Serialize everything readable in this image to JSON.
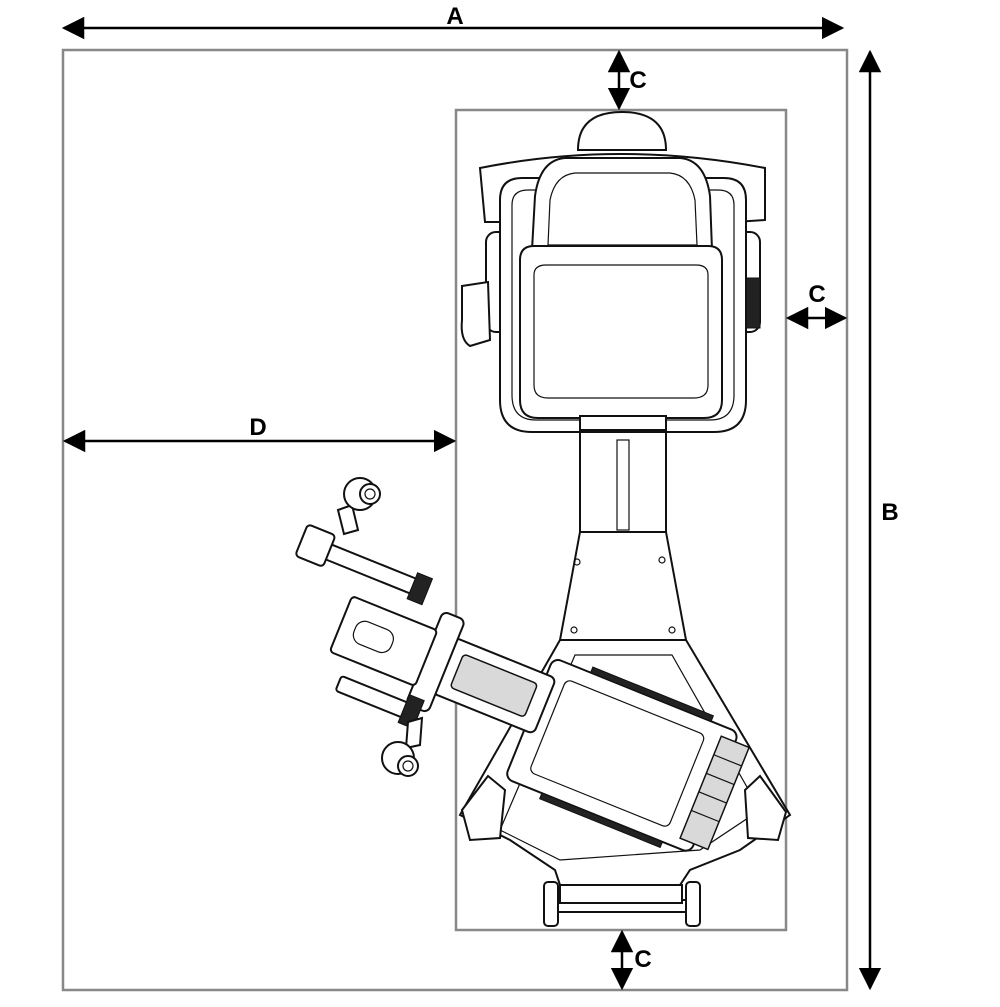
{
  "dimensions": {
    "a": "A",
    "b": "B",
    "c_top": "C",
    "c_right": "C",
    "c_bottom": "C",
    "d": "D"
  },
  "colors": {
    "outline": "#111111",
    "boundary": "#888888",
    "background": "#ffffff"
  }
}
